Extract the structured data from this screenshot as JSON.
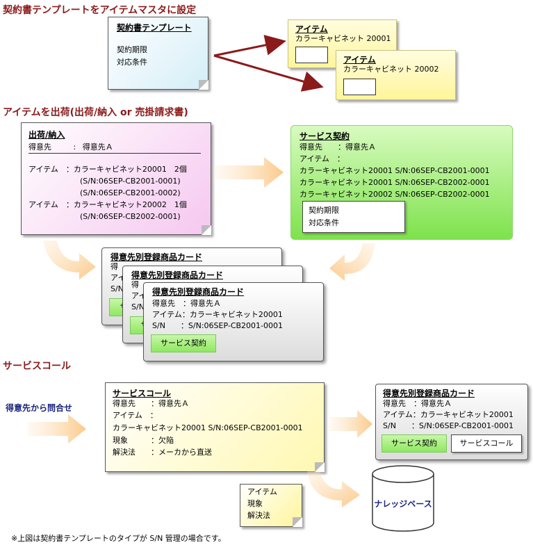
{
  "sections": {
    "s1": "契約書テンプレートをアイテムマスタに設定",
    "s2": "アイテムを出荷(出荷/納入 or 売掛請求書)",
    "s3": "サービスコール"
  },
  "template": {
    "title": "契約書テンプレート",
    "lines": [
      "契約期限",
      "対応条件"
    ]
  },
  "item1": {
    "title": "アイテム",
    "name": "カラーキャビネット 20001"
  },
  "item2": {
    "title": "アイテム",
    "name": "カラーキャビネット 20002"
  },
  "shipment": {
    "title": "出荷/納入",
    "customer_label": "得意先",
    "customer_sep": ":",
    "customer": "得意先Ａ",
    "rows": [
      "アイテム　：カラーキャビネット20001　2個",
      "(S/N:06SEP-CB2001-0001)",
      "(S/N:06SEP-CB2001-0002)",
      "アイテム　：カラーキャビネット20002　1個",
      "(S/N:06SEP-CB2002-0001)"
    ]
  },
  "service_contract": {
    "title": "サービス契約",
    "customer_row": "得意先　　：得意先Ａ",
    "item_row": "アイテム　：",
    "lines": [
      "カラーキャビネット20001  S/N:06SEP-CB2001-0001",
      "カラーキャビネット20001  S/N:06SEP-CB2002-0001",
      "カラーキャビネット20002  S/N:06SEP-CB2002-0001"
    ],
    "inner": [
      "契約期限",
      "対応条件"
    ]
  },
  "cards": {
    "title": "得意先別登録商品カード",
    "back_lines": [
      "得",
      "アイ",
      "S/N"
    ],
    "mid_lines": [
      "得",
      "アイ",
      "S/N"
    ],
    "back_btn": "サ",
    "mid_btn": "サ",
    "front": {
      "customer": "得意先　：得意先Ａ",
      "item": "アイテム：カラーキャビネット20001",
      "sn": "S/N　　：S/N:06SEP-CB2001-0001",
      "button": "サービス契約"
    }
  },
  "left_label": "得意先から問合せ",
  "service_call": {
    "title": "サービスコール",
    "customer": "得意先　　：得意先Ａ",
    "item": "アイテム　：",
    "item_line": "カラーキャビネット20001  S/N:06SEP-CB2001-0001",
    "phenomenon": "現象　　　：欠陥",
    "solution": "解決法　　：メーカから直送"
  },
  "result_card": {
    "title": "得意先別登録商品カード",
    "customer": "得意先　：得意先Ａ",
    "item": "アイテム：カラーキャビネット20001",
    "sn": "S/N　　：S/N:06SEP-CB2001-0001",
    "btn1": "サービス契約",
    "btn2": "サービスコール"
  },
  "kb_note": [
    "アイテム",
    "現象",
    "解決法"
  ],
  "kb": "ナレッジベース",
  "footnote": "※上図は契約書テンプレートのタイプが S/N 管理の場合です。",
  "colors": {
    "heading": "#8b1a1a",
    "arrow": "#8b1a1a",
    "navy": "#1a237e",
    "green": "#8ee860",
    "yellow": "#fffbb0"
  }
}
